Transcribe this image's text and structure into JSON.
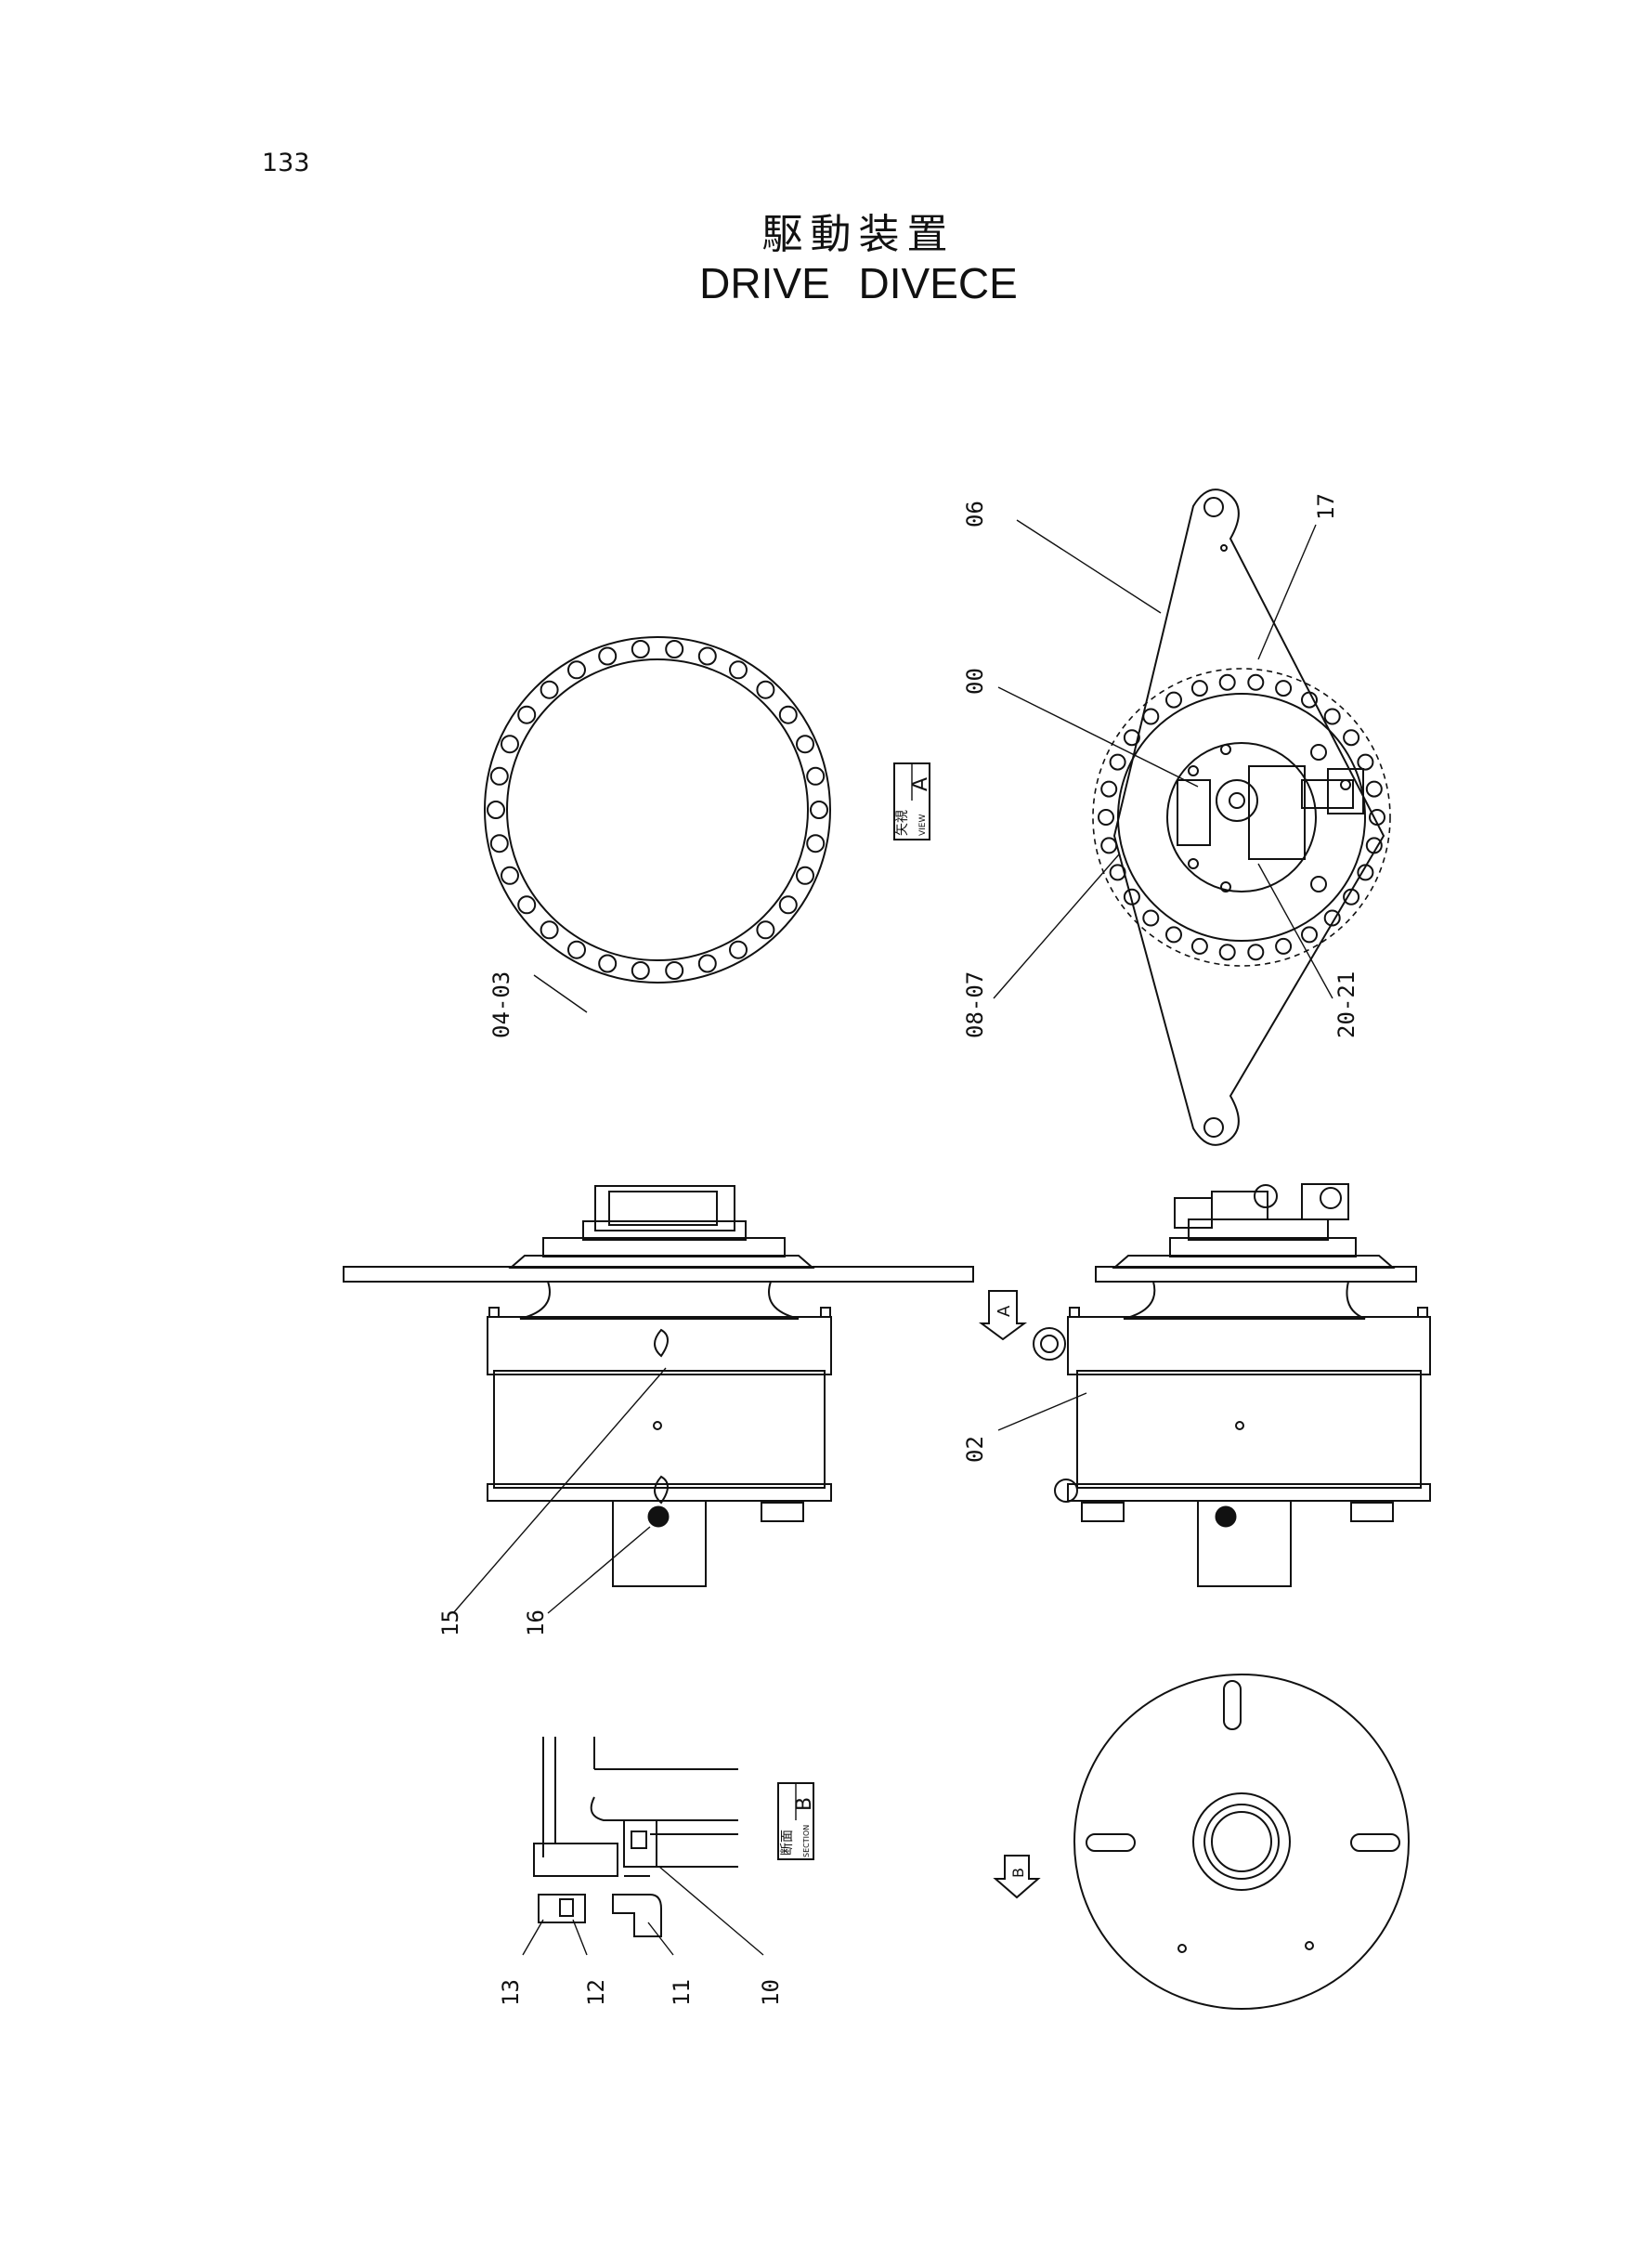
{
  "page": {
    "number": "133"
  },
  "title": {
    "japanese": "駆動装置",
    "english": "DRIVE DIVECE"
  },
  "view_tags": {
    "view": {
      "kanji": "矢視",
      "english": "VIEW",
      "letter": "A"
    },
    "section": {
      "kanji": "断面",
      "english": "SECTION",
      "letter": "B"
    },
    "arrow_a": "A",
    "arrow_b": "B"
  },
  "callouts": {
    "c06": "06",
    "c17": "17",
    "c00": "00",
    "c04_03": "04-03",
    "c08_07": "08-07",
    "c20_21": "20-21",
    "c02": "02",
    "c15": "15",
    "c16": "16",
    "c13": "13",
    "c12": "12",
    "c11": "11",
    "c10": "10"
  }
}
